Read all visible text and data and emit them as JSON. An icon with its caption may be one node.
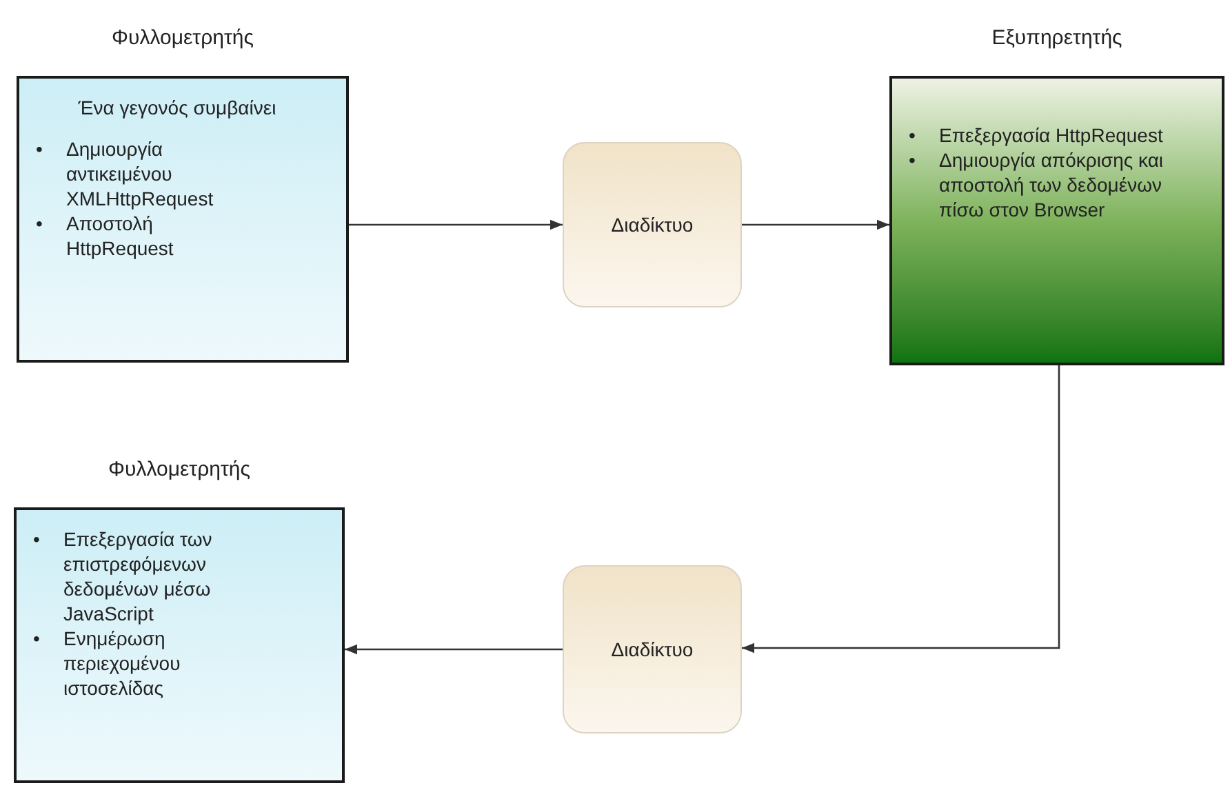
{
  "diagram": {
    "nodes": [
      {
        "text": [
          "Φυλλομετρητής",
          "Ένα γεγονός συμβαίνει",
          "•",
          "Δημιουργία αντικειμένου XMLHttpRequest",
          "•",
          "Αποστολή HttpRequest"
        ]
      },
      {
        "text": [
          "Διαδίκτυο"
        ]
      },
      {
        "text": [
          "Εξυπηρετητής",
          "•",
          "Επεξεργασία HttpRequest",
          "•",
          "Δημιουργία απόκρισης και αποστολή των δεδομένων πίσω στον Browser"
        ]
      },
      {
        "text": [
          "Διαδίκτυο"
        ]
      },
      {
        "text": [
          "Φυλλομετρητής",
          "•",
          "Επεξεργασία των επιστρεφόμενων δεδομένων μέσω JavaScript",
          "•",
          "Ενημέρωση περιεχομένου ιστοσελίδας"
        ]
      }
    ],
    "edges": [
      {
        "from": 0,
        "to": 1,
        "arrow": "to"
      },
      {
        "from": 1,
        "to": 2,
        "arrow": "to"
      },
      {
        "from": 2,
        "to": 3,
        "arrow": "to"
      },
      {
        "from": 3,
        "to": 4,
        "arrow": "to"
      }
    ]
  }
}
